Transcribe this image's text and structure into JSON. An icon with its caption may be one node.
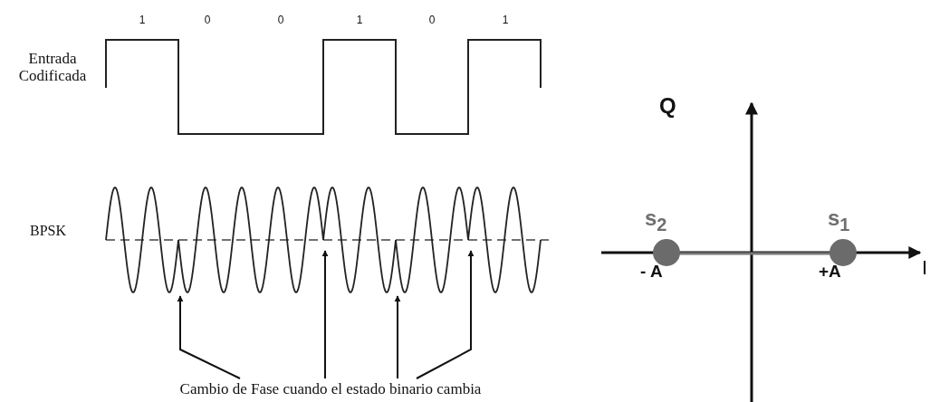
{
  "diagram": {
    "nodes": [
      {
        "text": [
          "Cambio de Fase cuando el estado binario cambia"
        ]
      },
      {
        "text": [],
        "shape": "picture"
      }
    ],
    "edges": [
      {
        "from": 0,
        "to": 1,
        "arrow": "to"
      },
      {
        "from": 0,
        "to": 1,
        "arrow": "to"
      },
      {
        "from": 0,
        "to": 1,
        "arrow": "to"
      },
      {
        "from": 0,
        "to": 1,
        "arrow": "to"
      }
    ],
    "labels": [
      "1",
      "0",
      "0",
      "1",
      "0",
      "1",
      "Entrada Codificada",
      "Q",
      "BPSK",
      "s$_{2}$",
      "s$_{1}$",
      "- A",
      "+A",
      "I"
    ]
  }
}
